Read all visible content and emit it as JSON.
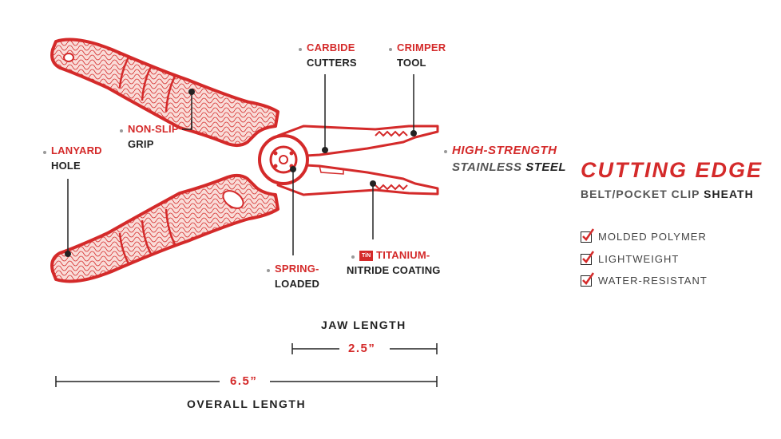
{
  "colors": {
    "accent": "#d42a2a",
    "dark": "#222222",
    "handle_fill": "#f7d4d0"
  },
  "callouts": {
    "carbide": {
      "line1": "CARBIDE",
      "line2": "CUTTERS"
    },
    "crimper": {
      "line1": "CRIMPER",
      "line2": "TOOL"
    },
    "nonslip": {
      "line1": "NON-SLIP",
      "line2": "GRIP"
    },
    "lanyard": {
      "line1": "LANYARD",
      "line2": "HOLE"
    },
    "steel": {
      "line1": "HIGH-STRENGTH",
      "line2a": "STAINLESS ",
      "line2b": "STEEL"
    },
    "spring": {
      "line1": "SPRING-",
      "line2": "LOADED"
    },
    "titanium": {
      "badge": "TiN",
      "line1": "TITANIUM-",
      "line2": "NITRIDE COATING"
    }
  },
  "dimensions": {
    "jaw_label": "JAW LENGTH",
    "jaw_value": "2.5”",
    "overall_value": "6.5”",
    "overall_label": "OVERALL LENGTH"
  },
  "feature_panel": {
    "title": "CUTTING EDGE",
    "subtitle_a": "BELT/POCKET CLIP ",
    "subtitle_b": "SHEATH",
    "features": [
      "MOLDED POLYMER",
      "LIGHTWEIGHT",
      "WATER-RESISTANT"
    ]
  }
}
